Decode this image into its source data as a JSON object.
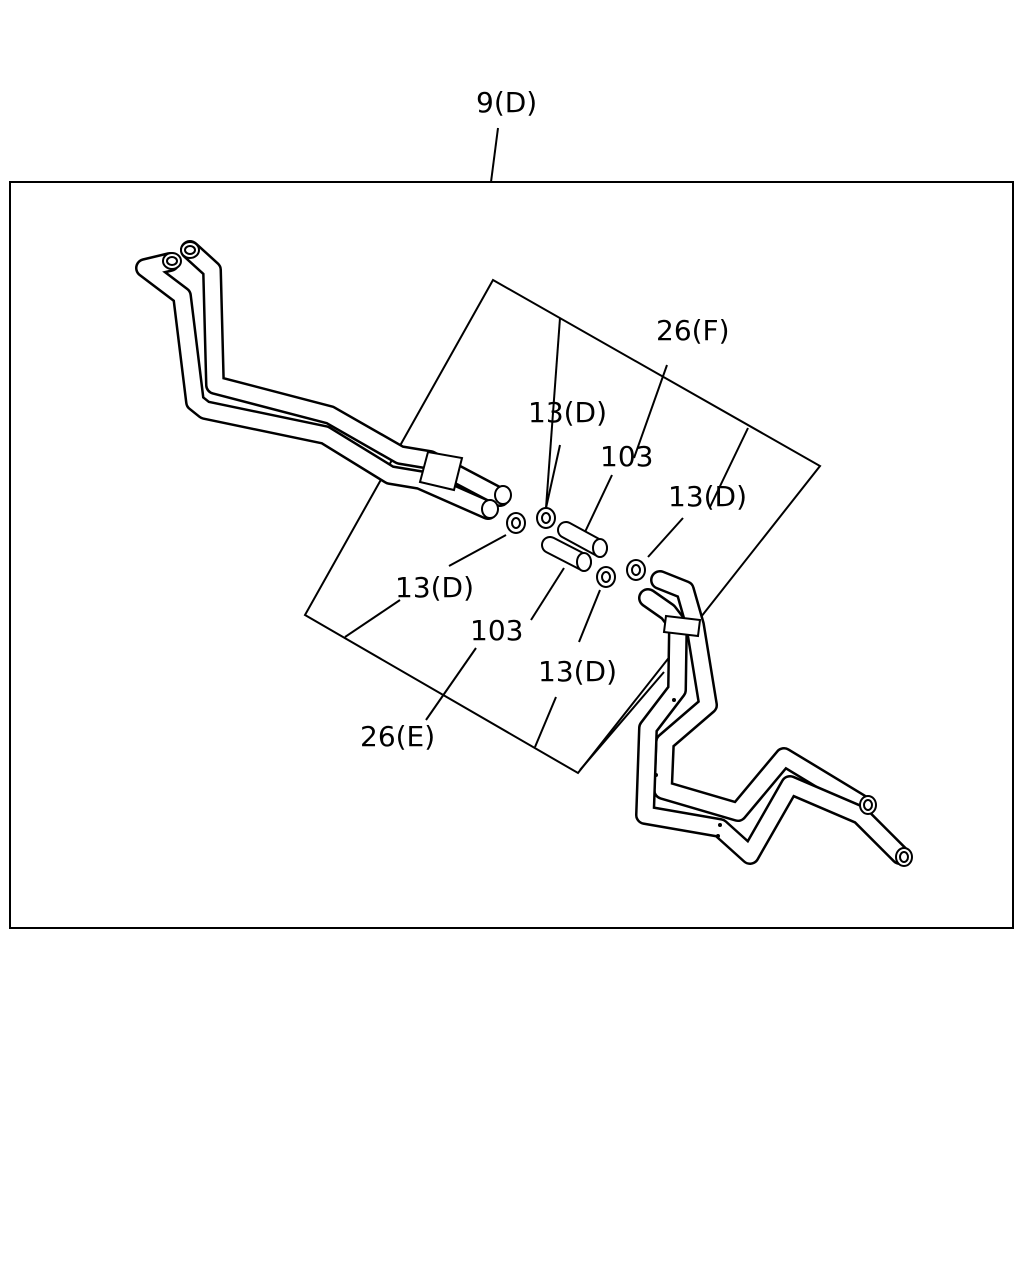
{
  "diagram": {
    "callouts": {
      "assembly": "9(D)",
      "hose_upper": "26(F)",
      "hose_lower": "26(E)",
      "clamp_upper_left": "13(D)",
      "clamp_upper_right": "13(D)",
      "clamp_lower_left": "13(D)",
      "clamp_lower_right": "13(D)",
      "connector_upper": "103",
      "connector_lower": "103"
    }
  }
}
